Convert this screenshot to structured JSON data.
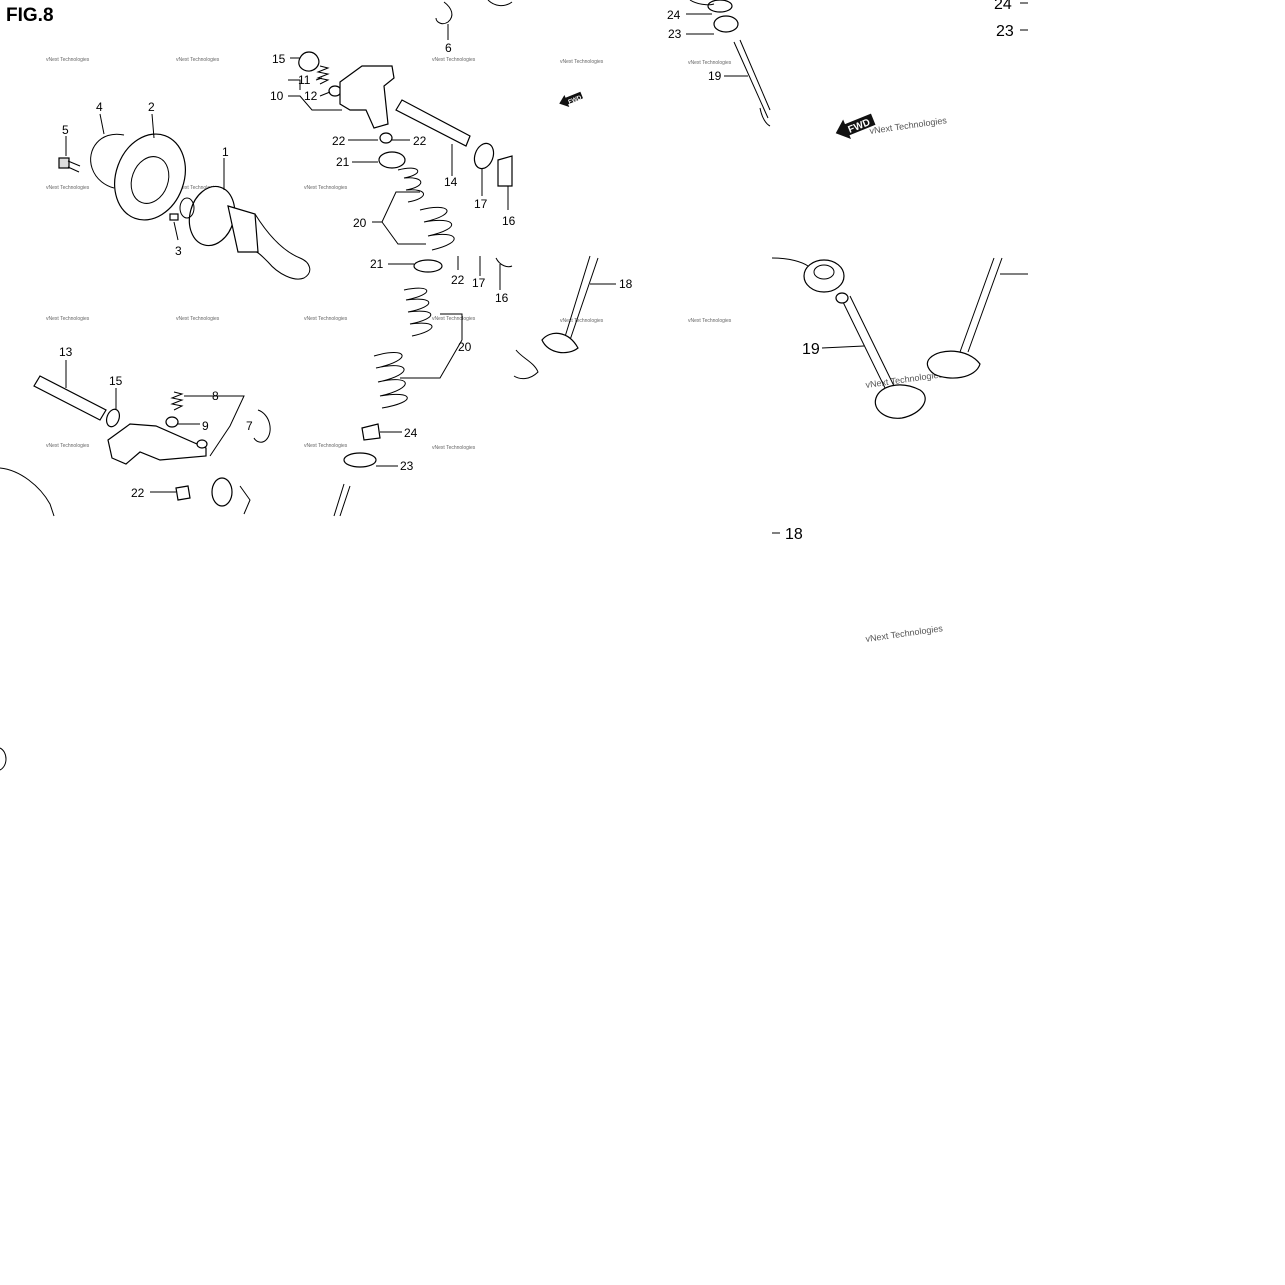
{
  "figure": {
    "title": "FIG.8"
  },
  "watermark": {
    "text": "vNext Technologies"
  },
  "fwd_label": "FWD",
  "labels": {
    "l1": "1",
    "l2": "2",
    "l3": "3",
    "l4": "4",
    "l5": "5",
    "l6": "6",
    "l7": "7",
    "l8": "8",
    "l9": "9",
    "l10": "10",
    "l11": "11",
    "l12": "12",
    "l13": "13",
    "l14": "14",
    "l15a": "15",
    "l15b": "15",
    "l16a": "16",
    "l16b": "16",
    "l17a": "17",
    "l17b": "17",
    "l18a": "18",
    "l18b": "18",
    "l19a": "19",
    "l19b": "19",
    "l20a": "20",
    "l20b": "20",
    "l21a": "21",
    "l21b": "21",
    "l22a": "22",
    "l22b": "22",
    "l22c": "22",
    "l22d": "22",
    "l23a": "23",
    "l23b": "23",
    "l23c": "23",
    "l24a": "24",
    "l24b": "24",
    "l24c": "24"
  }
}
